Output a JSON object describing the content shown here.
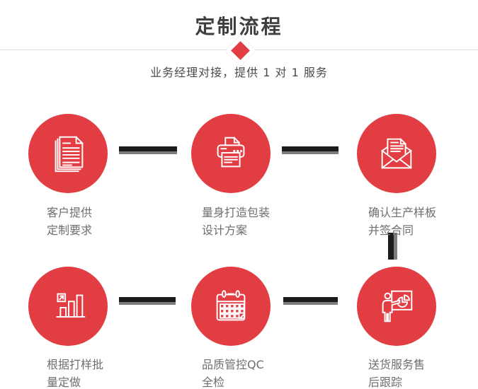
{
  "header": {
    "title": "定制流程",
    "subtitle": "业务经理对接，提供 1 对 1 服务",
    "divider_icon": "diamond-icon"
  },
  "colors": {
    "accent_red": "#e23d43",
    "connector_black": "#1c1c1c",
    "connector_gray": "#7d7d7d",
    "title_gray": "#3f3f3f",
    "caption_gray": "#6e6e6e",
    "divider_gray": "#dcdcdc"
  },
  "steps": [
    {
      "icon": "documents-icon",
      "label_line1": "客户提供",
      "label_line2": "定制要求"
    },
    {
      "icon": "printer-icon",
      "label_line1": "量身打造包装",
      "label_line2": "设计方案"
    },
    {
      "icon": "envelope-icon",
      "label_line1": "确认生产样板",
      "label_line2": "并签合同"
    },
    {
      "icon": "bar-chart-icon",
      "label_line1": "根据打样批",
      "label_line2": "量定做"
    },
    {
      "icon": "calendar-icon",
      "label_line1": "品质管控QC",
      "label_line2": "全检"
    },
    {
      "icon": "presentation-icon",
      "label_line1": "送货服务售",
      "label_line2": "后跟踪"
    }
  ]
}
